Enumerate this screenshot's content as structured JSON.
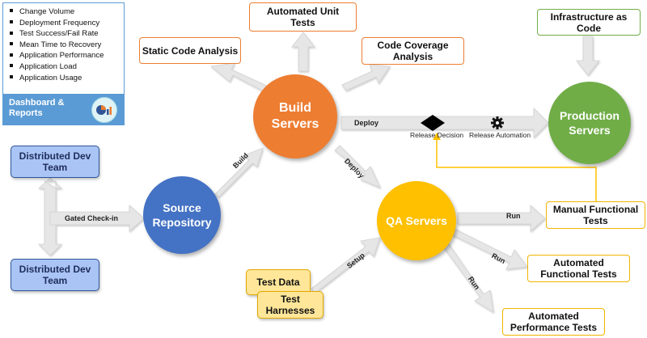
{
  "dashboard": {
    "items": [
      "Change Volume",
      "Deployment Frequency",
      "Test Success/Fail Rate",
      "Mean Time to Recovery",
      "Application Performance",
      "Application Load",
      "Application Usage"
    ],
    "title_line1": "Dashboard &",
    "title_line2": "Reports",
    "icon": "dashboard-chart-icon"
  },
  "nodes": {
    "build_l1": "Build",
    "build_l2": "Servers",
    "source_l1": "Source",
    "source_l2": "Repository",
    "qa": "QA Servers",
    "prod_l1": "Production",
    "prod_l2": "Servers",
    "static_analysis": "Static Code Analysis",
    "unit_l1": "Automated Unit",
    "unit_l2": "Tests",
    "coverage_l1": "Code Coverage",
    "coverage_l2": "Analysis",
    "infra_l1": "Infrastructure as",
    "infra_l2": "Code",
    "dev_team_l1": "Distributed Dev",
    "dev_team_l2": "Team",
    "manual_l1": "Manual Functional",
    "manual_l2": "Tests",
    "func_l1": "Automated",
    "func_l2": "Functional Tests",
    "perf_l1": "Automated",
    "perf_l2": "Performance Tests",
    "test_data": "Test Data",
    "harness_l1": "Test",
    "harness_l2": "Harnesses"
  },
  "arrow_labels": {
    "gated": "Gated Check-in",
    "build": "Build",
    "deploy_prod": "Deploy",
    "deploy_qa": "Deploy",
    "setup": "Setup",
    "run1": "Run",
    "run2": "Run",
    "run3": "Run"
  },
  "release": {
    "decision": "Release Decision",
    "automation": "Release Automation"
  },
  "colors": {
    "orange": "#ed7d31",
    "blue": "#4472c4",
    "yellow": "#ffc000",
    "green": "#70ad47",
    "arrow": "#e2e2e2",
    "release_line": "#ffc000"
  }
}
